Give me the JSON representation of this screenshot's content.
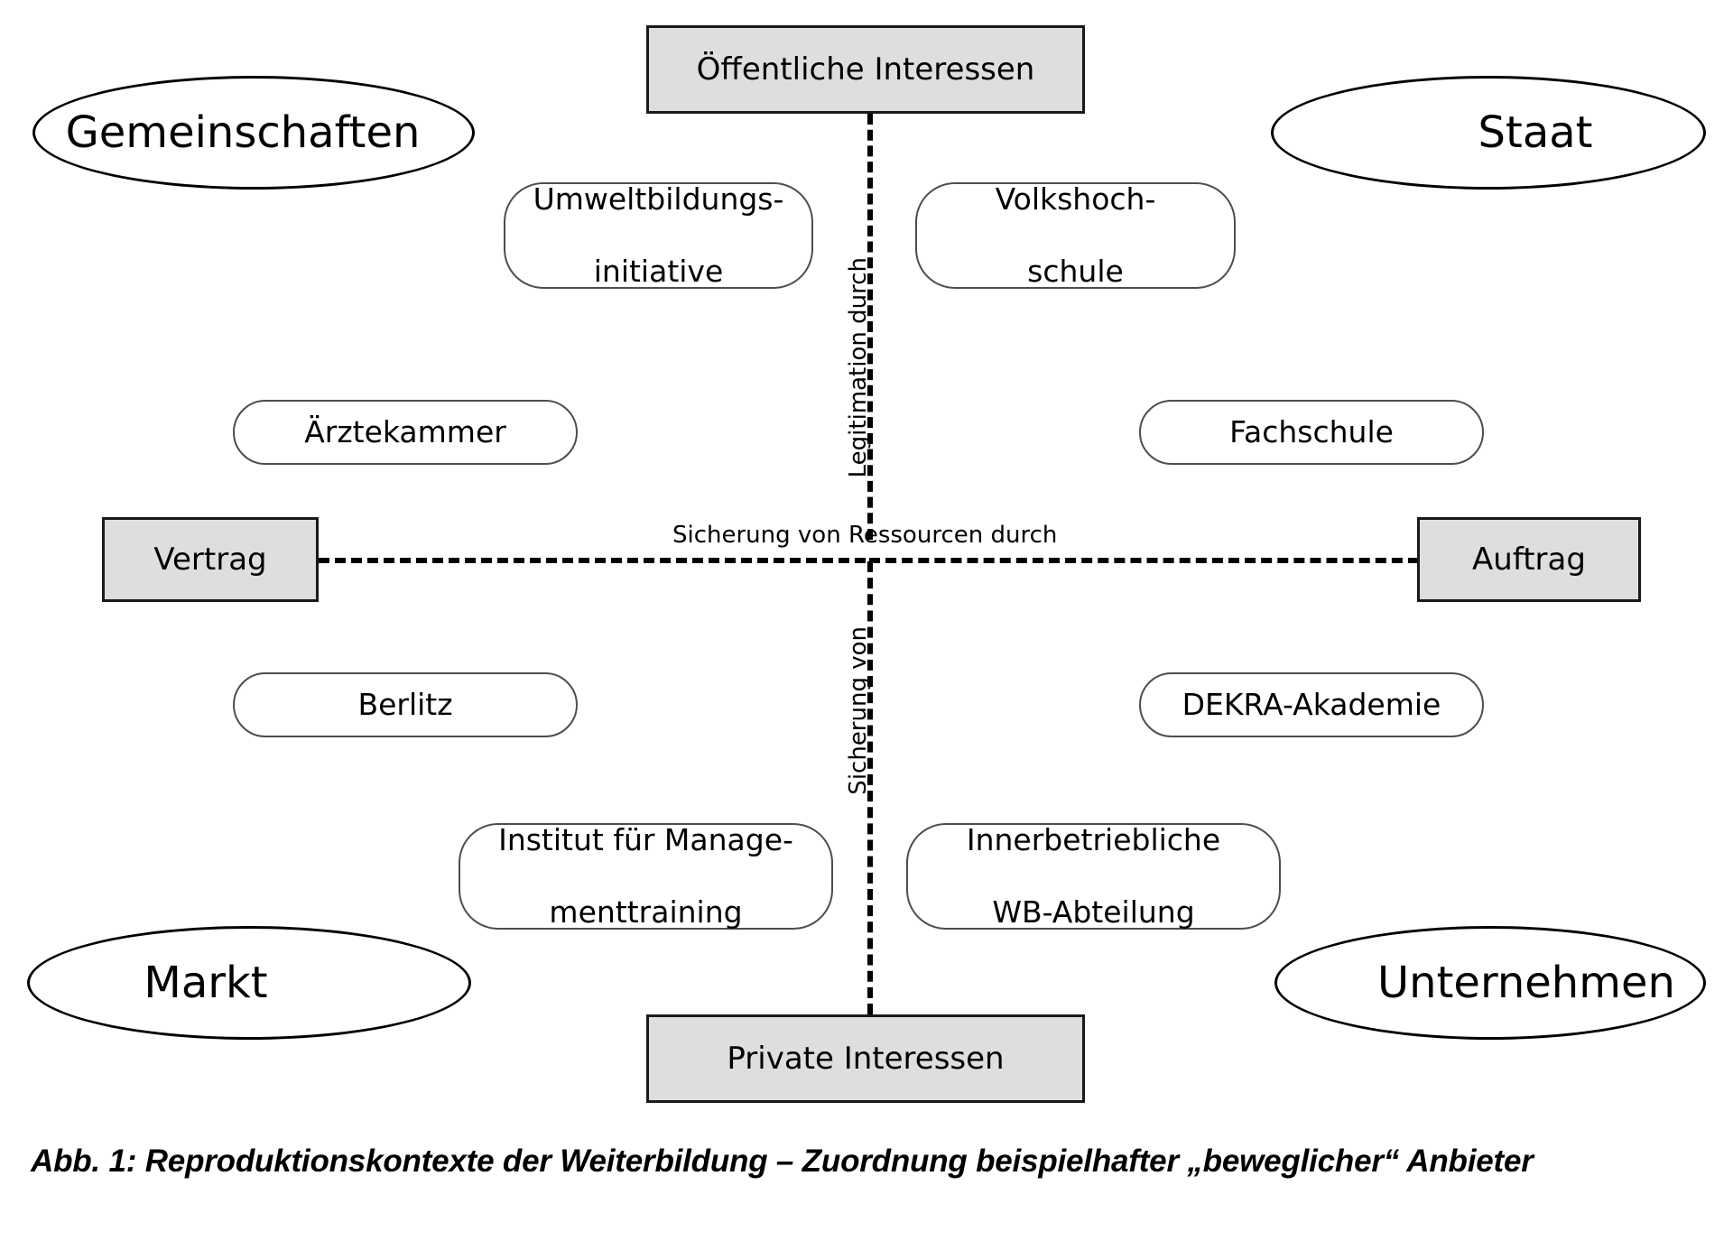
{
  "figure": {
    "caption": "Abb. 1:  Reproduktionskontexte der Weiterbildung – Zuordnung beispielhafter „beweglicher“ Anbieter"
  },
  "axes": {
    "vertical_top_label": "Legitimation durch",
    "vertical_bottom_label": "Sicherung von",
    "horizontal_label": "Sicherung von Ressourcen durch",
    "vertical_pole_top": "Öffentliche Interessen",
    "vertical_pole_bottom": "Private Interessen",
    "horizontal_pole_left": "Vertrag",
    "horizontal_pole_right": "Auftrag"
  },
  "sectors": [
    {
      "id": "gemeinschaften",
      "label": "Gemeinschaften",
      "quadrant": "top-left"
    },
    {
      "id": "staat",
      "label": "Staat",
      "quadrant": "top-right"
    },
    {
      "id": "markt",
      "label": "Markt",
      "quadrant": "bottom-left"
    },
    {
      "id": "unternehmen",
      "label": "Unternehmen",
      "quadrant": "bottom-right"
    }
  ],
  "providers": [
    {
      "id": "umweltbildungsinitiative",
      "line1": "Umweltbildungs-",
      "line2": "initiative",
      "quadrant": "top-left"
    },
    {
      "id": "volkshochschule",
      "line1": "Volkshoch-",
      "line2": "schule",
      "quadrant": "top-right"
    },
    {
      "id": "aerztekammer",
      "line1": "Ärztekammer",
      "line2": "",
      "quadrant": "top-left"
    },
    {
      "id": "fachschule",
      "line1": "Fachschule",
      "line2": "",
      "quadrant": "top-right"
    },
    {
      "id": "berlitz",
      "line1": "Berlitz",
      "line2": "",
      "quadrant": "bottom-left"
    },
    {
      "id": "dekra-akademie",
      "line1": "DEKRA-Akademie",
      "line2": "",
      "quadrant": "bottom-right"
    },
    {
      "id": "institut-management",
      "line1": "Institut für Manage-",
      "line2": "menttraining",
      "quadrant": "bottom-left"
    },
    {
      "id": "innerbetriebliche-wb",
      "line1": "Innerbetriebliche",
      "line2": "WB-Abteilung",
      "quadrant": "bottom-right"
    }
  ],
  "colors": {
    "pole_box_fill": "#dedede",
    "pole_box_border": "#1a1a1a",
    "provider_border": "#4d4d4d",
    "outline": "#000000",
    "background": "#ffffff"
  }
}
